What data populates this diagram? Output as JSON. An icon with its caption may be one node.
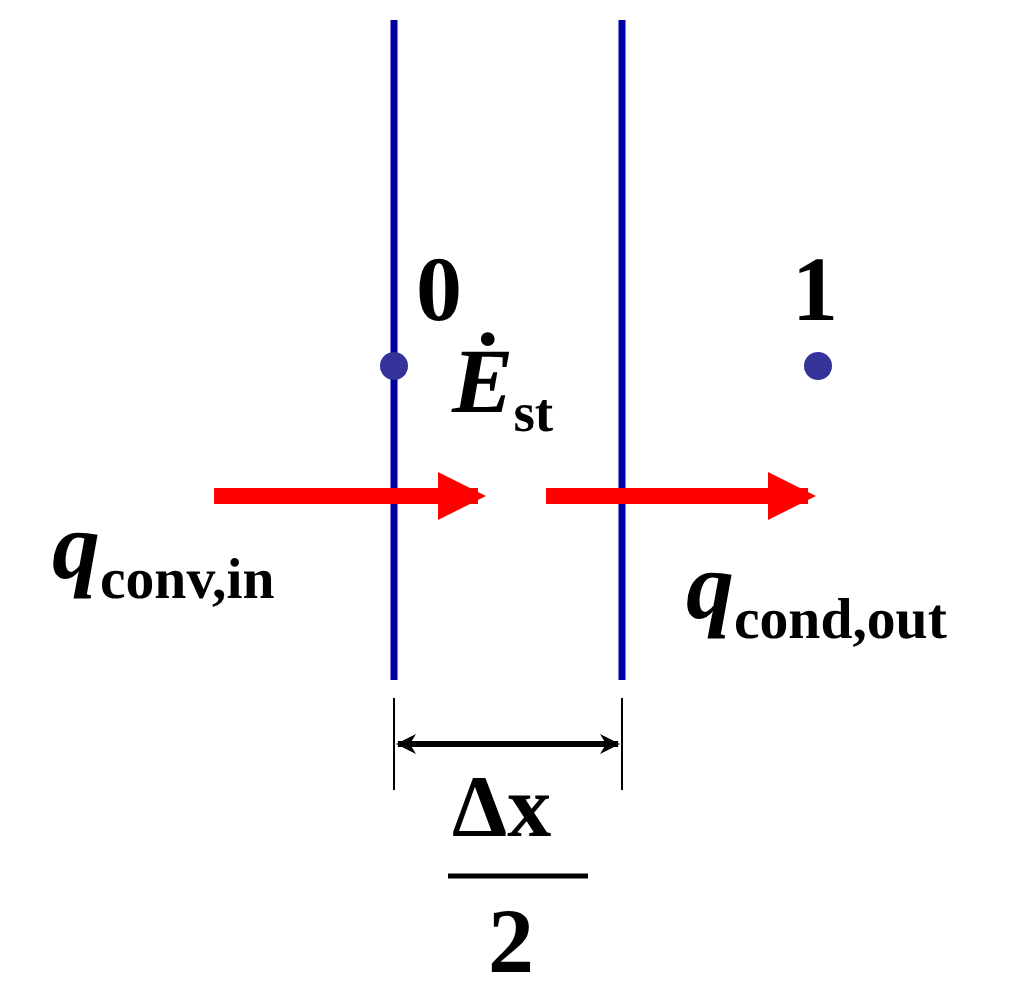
{
  "diagram": {
    "labels": [
      "0",
      "1",
      "*Ė*$_{st}$",
      "*q*$_{conv,in}$",
      "*q*$_{cond,out}$",
      "Δx",
      "2"
    ]
  }
}
